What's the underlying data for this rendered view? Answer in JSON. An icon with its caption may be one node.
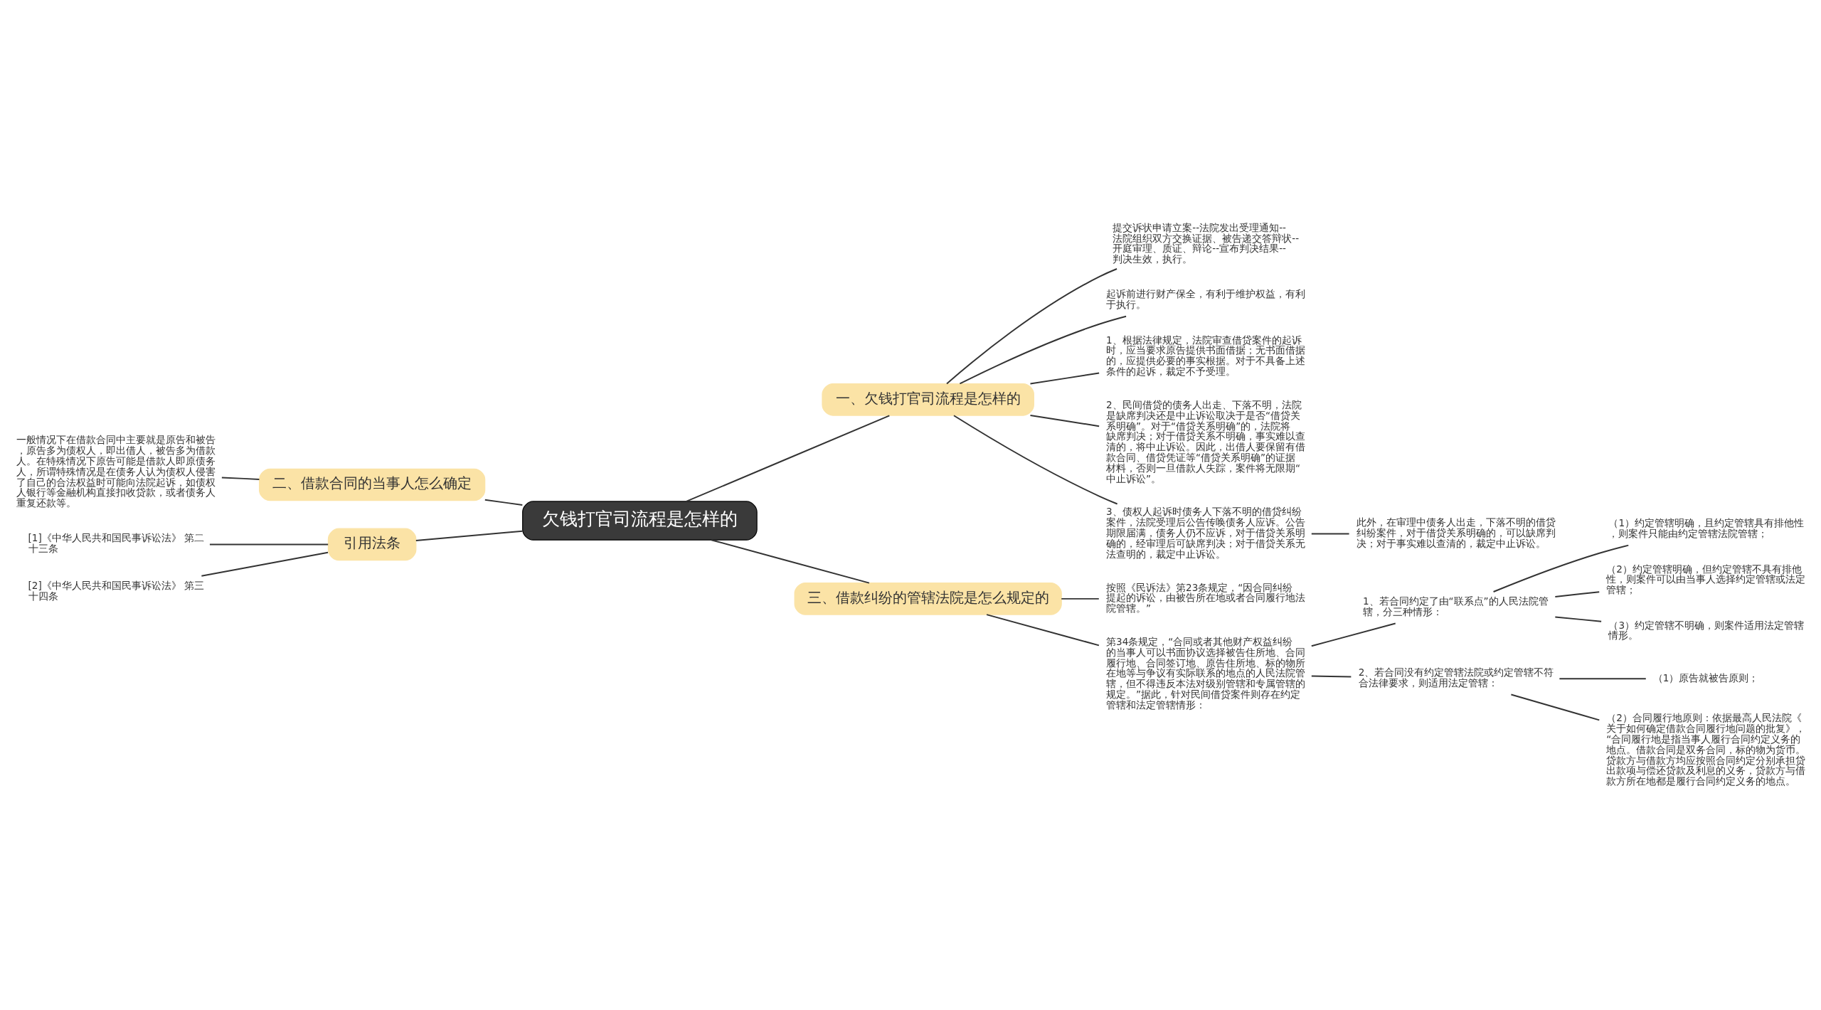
{
  "diagram": {
    "nodes": [
      {
        "text": [
          "欠钱打官司流程是怎样的"
        ]
      },
      {
        "text": [
          "一、欠钱打官司流程是怎样的"
        ]
      },
      {
        "text": [
          "提交诉状申请立案--法院发出受理通知--法院组织双方交换证据、被告递交答辩状--开庭审理、质证、辩论--宣布判决结果--判决生效，执行。"
        ]
      },
      {
        "text": [
          "起诉前进行财产保全，有利于维护权益，有利于执行。"
        ]
      },
      {
        "text": [
          "1、根据法律规定，法院审查借贷案件的起诉时，应当要求原告提供书面借据；无书面借据的，应提供必要的事实根据。对于不具备上述条件的起诉，裁定不予受理。"
        ]
      },
      {
        "text": [
          "2、民间借贷的债务人出走、下落不明，法院是缺席判决还是中止诉讼取决于是否“借贷关系明确”。对于“借贷关系明确”的，法院将缺席判决；对于借贷关系不明确，事实难以查清的，将中止诉讼。因此，出借人要保留有借款合同、借贷凭证等“借贷关系明确”的证据材料，否则一旦借款人失踪，案件将无限期“中止诉讼”。"
        ]
      },
      {
        "text": [
          "3、债权人起诉时债务人下落不明的借贷纠纷案件，法院受理后公告传唤债务人应诉。公告期限届满，债务人仍不应诉，对于借贷关系明确的，经审理后可缺席判决；对于借贷关系无法查明的，裁定中止诉讼。"
        ]
      },
      {
        "text": [
          "此外，在审理中债务人出走，下落不明的借贷纠纷案件，对于借贷关系明确的，可以缺席判决；对于事实难以查清的，裁定中止诉讼。"
        ]
      },
      {
        "text": [
          "二、借款合同的当事人怎么确定"
        ]
      },
      {
        "text": [
          "一般情况下在借款合同中主要就是原告和被告，原告多为债权人，即出借人，被告多为借款人。在特殊情况下原告可能是借款人即原债务人，所谓特殊情况是在债务人认为债权人侵害了自己的合法权益时可能向法院起诉，如债权人银行等金融机构直接扣收贷款，或者债务人重复还款等。"
        ]
      },
      {
        "text": [
          "引用法条"
        ]
      },
      {
        "text": [
          "[1]《中华人民共和国民事诉讼法》 第二十三条"
        ]
      },
      {
        "text": [
          "[2]《中华人民共和国民事诉讼法》 第三十四条"
        ]
      },
      {
        "text": [
          "三、借款纠纷的管辖法院是怎么规定的"
        ]
      },
      {
        "text": [
          "按照《民诉法》第23条规定，“因合同纠纷提起的诉讼，由被告所在地或者合同履行地法院管辖。”"
        ]
      },
      {
        "text": [
          "第34条规定，“合同或者其他财产权益纠纷的当事人可以书面协议选择被告住所地、合同履行地、合同签订地、原告住所地、标的物所在地等与争议有实际联系的地点的人民法院管辖，但不得违反本法对级别管辖和专属管辖的规定。”据此，针对民间借贷案件则存在约定管辖和法定管辖情形："
        ]
      },
      {
        "text": [
          "1、若合同约定了由“联系点”的人民法院管辖，分三种情形："
        ]
      },
      {
        "text": [
          "（1）约定管辖明确，且约定管辖具有排他性，则案件只能由约定管辖法院管辖；"
        ]
      },
      {
        "text": [
          "（2）约定管辖明确，但约定管辖不具有排他性，则案件可以由当事人选择约定管辖或法定管辖；"
        ]
      },
      {
        "text": [
          "（3）约定管辖不明确，则案件适用法定管辖情形。"
        ]
      },
      {
        "text": [
          "2、若合同没有约定管辖法院或约定管辖不符合法律要求，则适用法定管辖："
        ]
      },
      {
        "text": [
          "（1）原告就被告原则；"
        ]
      },
      {
        "text": [
          "（2）合同履行地原则：依据最高人民法院《关于如何确定借款合同履行地问题的批复》，“合同履行地是指当事人履行合同约定义务的地点。借款合同是双务合同，标的物为货币。贷款方与借款方均应按照合同约定分别承担贷出款项与偿还贷款及利息的义务，贷款方与借款方所在地都是履行合同约定义务的地点。"
        ]
      }
    ],
    "edges": [
      {
        "from": 0,
        "to": 1,
        "arrow": "none"
      },
      {
        "from": 1,
        "to": 2,
        "arrow": "none"
      },
      {
        "from": 1,
        "to": 3,
        "arrow": "none"
      },
      {
        "from": 1,
        "to": 4,
        "arrow": "none"
      },
      {
        "from": 1,
        "to": 5,
        "arrow": "none"
      },
      {
        "from": 1,
        "to": 6,
        "arrow": "none"
      },
      {
        "from": 6,
        "to": 7,
        "arrow": "none"
      },
      {
        "from": 0,
        "to": 8,
        "arrow": "none"
      },
      {
        "from": 8,
        "to": 9,
        "arrow": "none"
      },
      {
        "from": 0,
        "to": 10,
        "arrow": "none"
      },
      {
        "from": 10,
        "to": 11,
        "arrow": "none"
      },
      {
        "from": 10,
        "to": 12,
        "arrow": "none"
      },
      {
        "from": 0,
        "to": 13,
        "arrow": "none"
      },
      {
        "from": 13,
        "to": 14,
        "arrow": "none"
      },
      {
        "from": 13,
        "to": 15,
        "arrow": "none"
      },
      {
        "from": 15,
        "to": 16,
        "arrow": "none"
      },
      {
        "from": 16,
        "to": 17,
        "arrow": "none"
      },
      {
        "from": 16,
        "to": 18,
        "arrow": "none"
      },
      {
        "from": 16,
        "to": 19,
        "arrow": "none"
      },
      {
        "from": 15,
        "to": 20,
        "arrow": "none"
      },
      {
        "from": 20,
        "to": 21,
        "arrow": "none"
      },
      {
        "from": 20,
        "to": 22,
        "arrow": "none"
      }
    ]
  }
}
